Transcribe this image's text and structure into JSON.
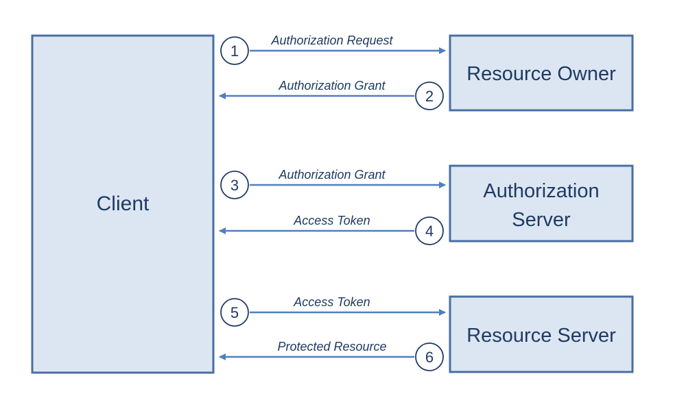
{
  "colors": {
    "box_fill": "#dce6f2",
    "box_border": "#4a6ea1",
    "arrow": "#4f7fbd",
    "text": "#1f3a63"
  },
  "client": {
    "label": "Client"
  },
  "servers": {
    "resource_owner": {
      "label": "Resource Owner"
    },
    "authorization_server": {
      "label_line1": "Authorization",
      "label_line2": "Server"
    },
    "resource_server": {
      "label": "Resource Server"
    }
  },
  "flows": [
    {
      "step": "1",
      "label": "Authorization Request",
      "direction": "client-to-resource-owner"
    },
    {
      "step": "2",
      "label": "Authorization Grant",
      "direction": "resource-owner-to-client"
    },
    {
      "step": "3",
      "label": "Authorization Grant",
      "direction": "client-to-authorization-server"
    },
    {
      "step": "4",
      "label": "Access Token",
      "direction": "authorization-server-to-client"
    },
    {
      "step": "5",
      "label": "Access Token",
      "direction": "client-to-resource-server"
    },
    {
      "step": "6",
      "label": "Protected Resource",
      "direction": "resource-server-to-client"
    }
  ]
}
